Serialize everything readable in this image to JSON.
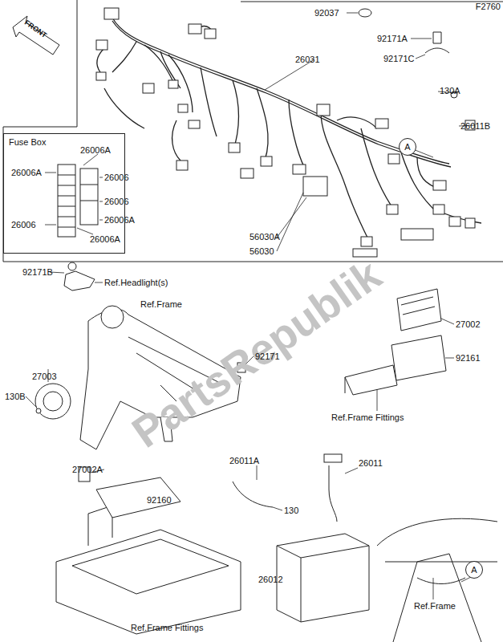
{
  "diagram": {
    "nodes": [
      {
        "text": [
          "Fuse Box"
        ]
      },
      {
        "text": [
          "A"
        ]
      },
      {
        "text": [
          "A"
        ]
      }
    ],
    "labels": [
      "F2760",
      "FRONT",
      "92037",
      "92171A",
      "92171C",
      "26031",
      "130A",
      "26011B",
      "56030A",
      "56030",
      "26006A",
      "26006A",
      "26006",
      "26006",
      "26006A",
      "26006",
      "26006A",
      "92171B",
      "Ref.Headlight(s)",
      "Ref.Frame",
      "27002",
      "92161",
      "Ref.Frame Fittings",
      "27003",
      "130B",
      "92171",
      "27002A",
      "92160",
      "26011A",
      "26011",
      "130",
      "26012",
      "Ref.Frame Fittings",
      "Ref.Frame",
      "PartsRepublik"
    ]
  }
}
